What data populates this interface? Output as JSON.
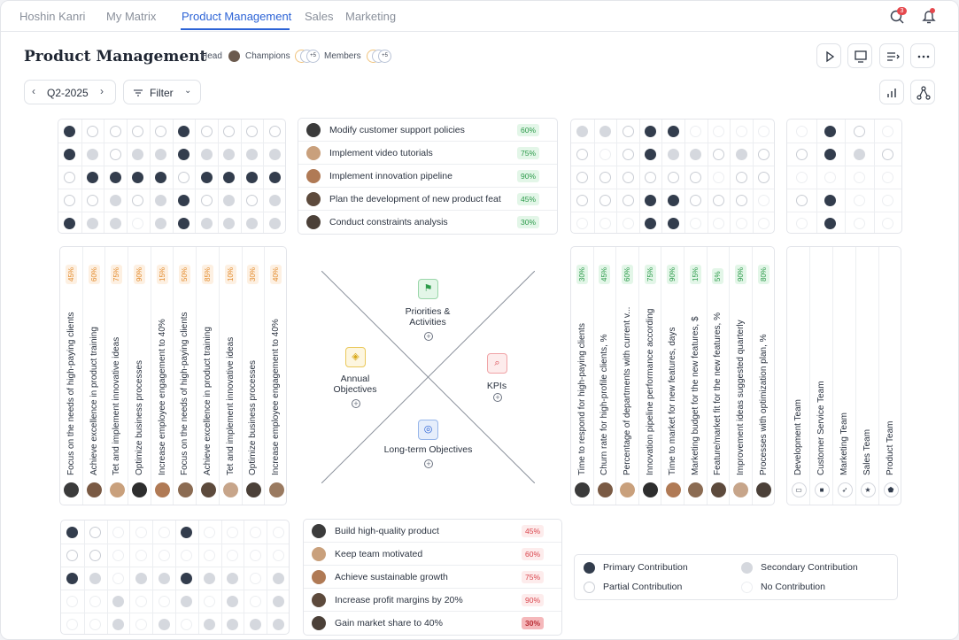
{
  "nav": {
    "items": [
      "Hoshin Kanri",
      "My Matrix",
      "Product Management",
      "Sales",
      "Marketing"
    ],
    "active": 2,
    "notif_count": "3"
  },
  "page": {
    "title": "Product Management",
    "head_label": "Head",
    "champions_label": "Champions",
    "members_label": "Members",
    "champions_more": "+5",
    "members_more": "+5"
  },
  "period": {
    "value": "Q2-2025"
  },
  "filter": {
    "label": "Filter"
  },
  "grid_tl": [
    [
      "p",
      "a",
      "a",
      "a",
      "a",
      "p",
      "a",
      "a",
      "a",
      "a"
    ],
    [
      "p",
      "s",
      "a",
      "s",
      "s",
      "p",
      "s",
      "s",
      "s",
      "s"
    ],
    [
      "a",
      "p",
      "p",
      "p",
      "p",
      "a",
      "p",
      "p",
      "p",
      "p"
    ],
    [
      "a",
      "a",
      "s",
      "a",
      "s",
      "p",
      "a",
      "s",
      "a",
      "s"
    ],
    [
      "p",
      "s",
      "s",
      "n",
      "s",
      "p",
      "s",
      "s",
      "s",
      "s"
    ]
  ],
  "grid_tr": [
    [
      "s",
      "s",
      "a",
      "p",
      "p",
      "n",
      "n",
      "n",
      "n"
    ],
    [
      "a",
      "n",
      "a",
      "p",
      "s",
      "s",
      "a",
      "s",
      "a"
    ],
    [
      "a",
      "a",
      "a",
      "a",
      "a",
      "a",
      "n",
      "a",
      "a"
    ],
    [
      "a",
      "a",
      "a",
      "p",
      "p",
      "a",
      "a",
      "a",
      "n"
    ],
    [
      "n",
      "n",
      "n",
      "p",
      "p",
      "n",
      "n",
      "n",
      "n"
    ]
  ],
  "grid_tt": [
    [
      "n",
      "p",
      "a",
      "n"
    ],
    [
      "a",
      "p",
      "s",
      "a"
    ],
    [
      "n",
      "n",
      "n",
      "n"
    ],
    [
      "a",
      "p",
      "n",
      "n"
    ],
    [
      "n",
      "p",
      "n",
      "n"
    ]
  ],
  "grid_bl": [
    [
      "p",
      "a",
      "n",
      "n",
      "n",
      "p",
      "n",
      "n",
      "n",
      "n"
    ],
    [
      "a",
      "a",
      "n",
      "n",
      "n",
      "n",
      "n",
      "n",
      "n",
      "n"
    ],
    [
      "p",
      "s",
      "n",
      "s",
      "s",
      "p",
      "s",
      "s",
      "n",
      "s"
    ],
    [
      "n",
      "n",
      "s",
      "n",
      "n",
      "s",
      "n",
      "s",
      "n",
      "s"
    ],
    [
      "n",
      "n",
      "s",
      "n",
      "s",
      "n",
      "s",
      "s",
      "s",
      "s"
    ]
  ],
  "priorities": [
    {
      "text": "Modify customer support policies",
      "pct": "60%"
    },
    {
      "text": "Implement video tutorials",
      "pct": "75%"
    },
    {
      "text": "Implement innovation pipeline",
      "pct": "90%"
    },
    {
      "text": "Plan the development of new product feat",
      "pct": "45%"
    },
    {
      "text": "Conduct constraints analysis",
      "pct": "30%"
    }
  ],
  "objectives": [
    {
      "text": "Build high-quality product",
      "pct": "45%"
    },
    {
      "text": "Keep team motivated",
      "pct": "60%"
    },
    {
      "text": "Achieve sustainable growth",
      "pct": "75%"
    },
    {
      "text": "Increase profit margins by 20%",
      "pct": "90%"
    },
    {
      "text": "Gain market share to 40%",
      "pct": "30%"
    }
  ],
  "annual": [
    {
      "text": "Focus on the needs of high-paying clients",
      "pct": "45%"
    },
    {
      "text": "Achieve excellence in product training",
      "pct": "60%"
    },
    {
      "text": "Tet and implement innovative ideas",
      "pct": "75%"
    },
    {
      "text": "Optimize business processes",
      "pct": "90%"
    },
    {
      "text": "Increase employee engagement to 40%",
      "pct": "15%"
    },
    {
      "text": "Focus on the needs of high-paying clients",
      "pct": "50%"
    },
    {
      "text": "Achieve excellence in product training",
      "pct": "85%"
    },
    {
      "text": "Tet and implement innovative ideas",
      "pct": "10%"
    },
    {
      "text": "Optimize business processes",
      "pct": "30%"
    },
    {
      "text": "Increase employee engagement to 40%",
      "pct": "40%"
    }
  ],
  "kpis": [
    {
      "text": "Time to respond for high-paying clients",
      "pct": "30%"
    },
    {
      "text": "Churn rate for high-profile clients, %",
      "pct": "45%"
    },
    {
      "text": "Percentage of departments with current v...",
      "pct": "60%"
    },
    {
      "text": "Innovation pipeline performance according",
      "pct": "75%"
    },
    {
      "text": "Time to market for new features, days",
      "pct": "90%"
    },
    {
      "text": "Marketing budget for the new features, $",
      "pct": "15%"
    },
    {
      "text": "Feature/market fit for the new features, %",
      "pct": "5%"
    },
    {
      "text": "Improvement ideas suggested quarterly",
      "pct": "90%"
    },
    {
      "text": "Processes with optimization plan, %",
      "pct": "80%"
    }
  ],
  "teams": [
    {
      "text": "Development Team",
      "icon": "chat-icon",
      "glyph": "▭"
    },
    {
      "text": "Customer Service Team",
      "icon": "briefcase-icon",
      "glyph": "■"
    },
    {
      "text": "Marketing Team",
      "icon": "rocket-icon",
      "glyph": "➶"
    },
    {
      "text": "Sales Team",
      "icon": "star-icon",
      "glyph": "★"
    },
    {
      "text": "Product Team",
      "icon": "shield-icon",
      "glyph": "⬟"
    }
  ],
  "center": {
    "priorities": "Priorities &\nActivities",
    "annual": "Annual\nObjectives",
    "kpis": "KPIs",
    "longterm": "Long-term Objectives"
  },
  "legend": {
    "primary": "Primary Contribution",
    "secondary": "Secondary Contribution",
    "partial": "Partial Contribution",
    "none": "No Contribution"
  },
  "colors": {
    "accent": "#2c63d6",
    "primary_dot": "#333d4d",
    "secondary_dot": "#d5d8de"
  }
}
